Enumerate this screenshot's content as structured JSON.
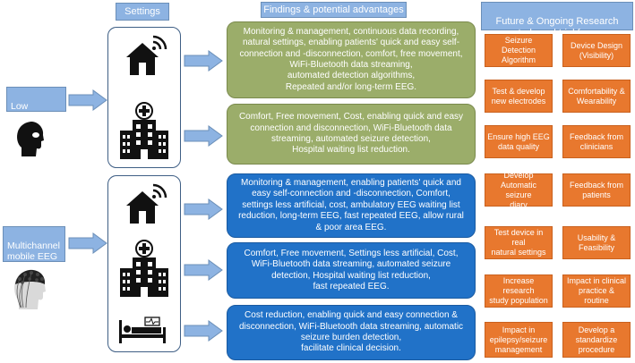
{
  "headers": {
    "settings": "Settings",
    "findings": "Findings & potential advantages",
    "future": "Future & Ongoing Research\nstudy and trial focus"
  },
  "left": {
    "low_number": "Low number\nmobile EEG",
    "multichannel": "Multichannel\nmobile EEG\nCap"
  },
  "findings": [
    "Monitoring & management, continuous data recording,\nnatural settings, enabling patients' quick and easy self-\nconnection and -disconnection, comfort, free movement,\nWiFi-Bluetooth data streaming,\nautomated detection algorithms,\nRepeated and/or long-term EEG.",
    "Comfort, Free movement, Cost, enabling quick and easy\nconnection and disconnection, WiFi-Bluetooth data\nstreaming, automated seizure detection,\nHospital waiting list reduction.",
    "Monitoring & management, enabling patients' quick and\neasy self-connection and -disconnection, Comfort,\nsettings less artificial, cost, ambulatory EEG waiting list\nreduction, long-term EEG, fast repeated EEG, allow rural\n& poor area EEG.",
    "Comfort, Free movement, Settings less artificial, Cost,\nWiFi-Bluetooth data streaming, automated seizure\ndetection, Hospital waiting list reduction,\nfast repeated EEG.",
    "Cost reduction, enabling quick and easy connection &\ndisconnection, WiFi-Bluetooth data streaming, automatic\nseizure burden detection,\nfacilitate clinical decision."
  ],
  "future_left": [
    "Seizure Detection\nAlgorithm",
    "Test & develop\nnew electrodes",
    "Ensure high EEG\ndata quality",
    "Develop\nAutomatic seizure\ndiary",
    "Test device in real\nnatural settings",
    "Increase research\nstudy population",
    "Impact in\nepilepsy/seizure\nmanagement"
  ],
  "future_right": [
    "Device Design\n(Visibility)",
    "Comfortability &\nWearability",
    "Feedback from\nclinicians",
    "Feedback from\npatients",
    "Usability &\nFeasibility",
    "Impact in clinical\npractice & routine",
    "Develop a\nstandardize\nprocedure"
  ],
  "colors": {
    "header_blue": "#8db3e2",
    "green": "#9bad6a",
    "blue": "#2172c8",
    "orange": "#e8782e",
    "arrow": "#8db3e2"
  },
  "icons": [
    "home-wifi-icon",
    "hospital-icon",
    "home-wifi-icon",
    "hospital-icon",
    "hospital-bed-icon",
    "head-icon",
    "head-eeg-cap-icon"
  ]
}
